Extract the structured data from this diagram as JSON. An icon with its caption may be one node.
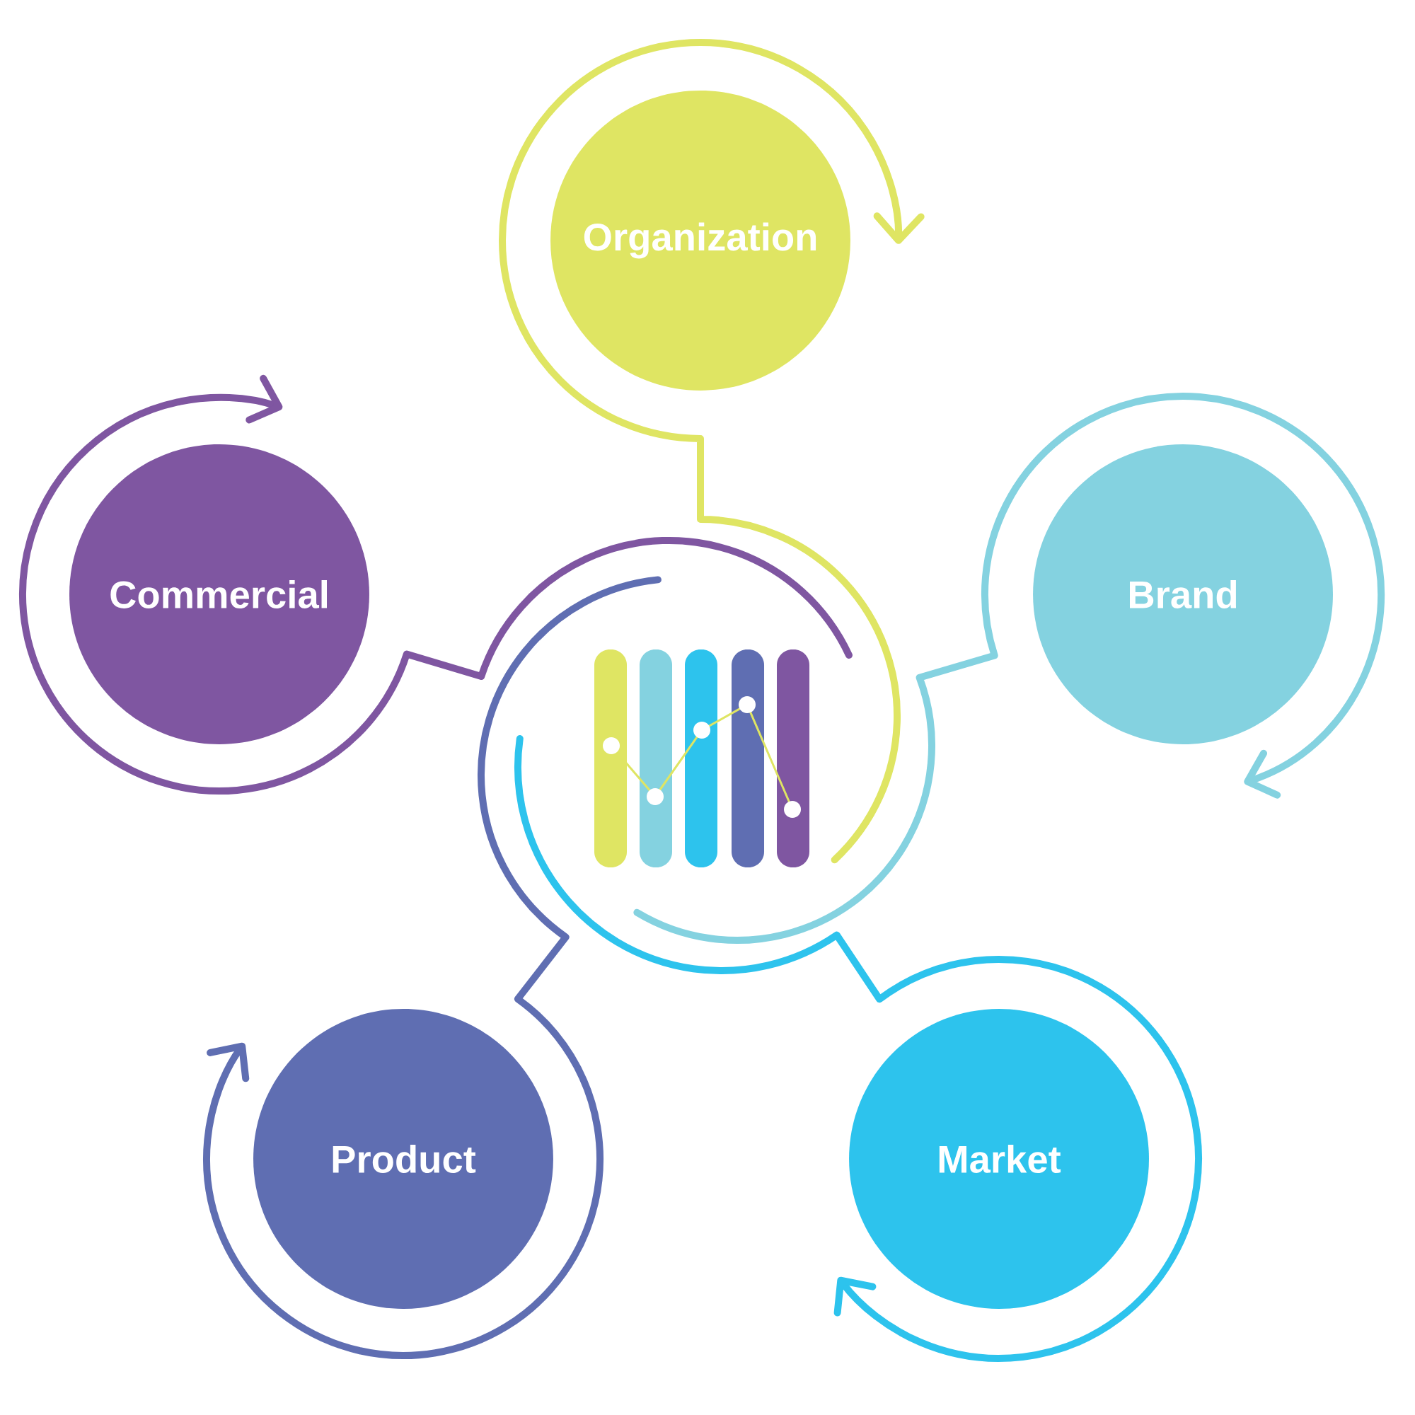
{
  "diagram": {
    "nodes": [
      {
        "text": [
          "Organization"
        ]
      },
      {
        "text": [
          "Commercial"
        ]
      },
      {
        "text": [
          "Brand"
        ]
      },
      {
        "text": [],
        "shape": "picture"
      },
      {
        "text": [
          "Product"
        ]
      },
      {
        "text": [
          "Market"
        ]
      }
    ],
    "edges": [
      {
        "from": 3,
        "to": 0,
        "arrow": "to",
        "color": "#dfe563"
      },
      {
        "from": 3,
        "to": 1,
        "arrow": "to",
        "color": "#7f56a1"
      },
      {
        "from": 3,
        "to": 2,
        "arrow": "to",
        "color": "#84d2e0"
      },
      {
        "from": 3,
        "to": 4,
        "arrow": "to",
        "color": "#5f6eb2"
      },
      {
        "from": 3,
        "to": 5,
        "arrow": "to",
        "color": "#2dc3ed"
      }
    ]
  }
}
